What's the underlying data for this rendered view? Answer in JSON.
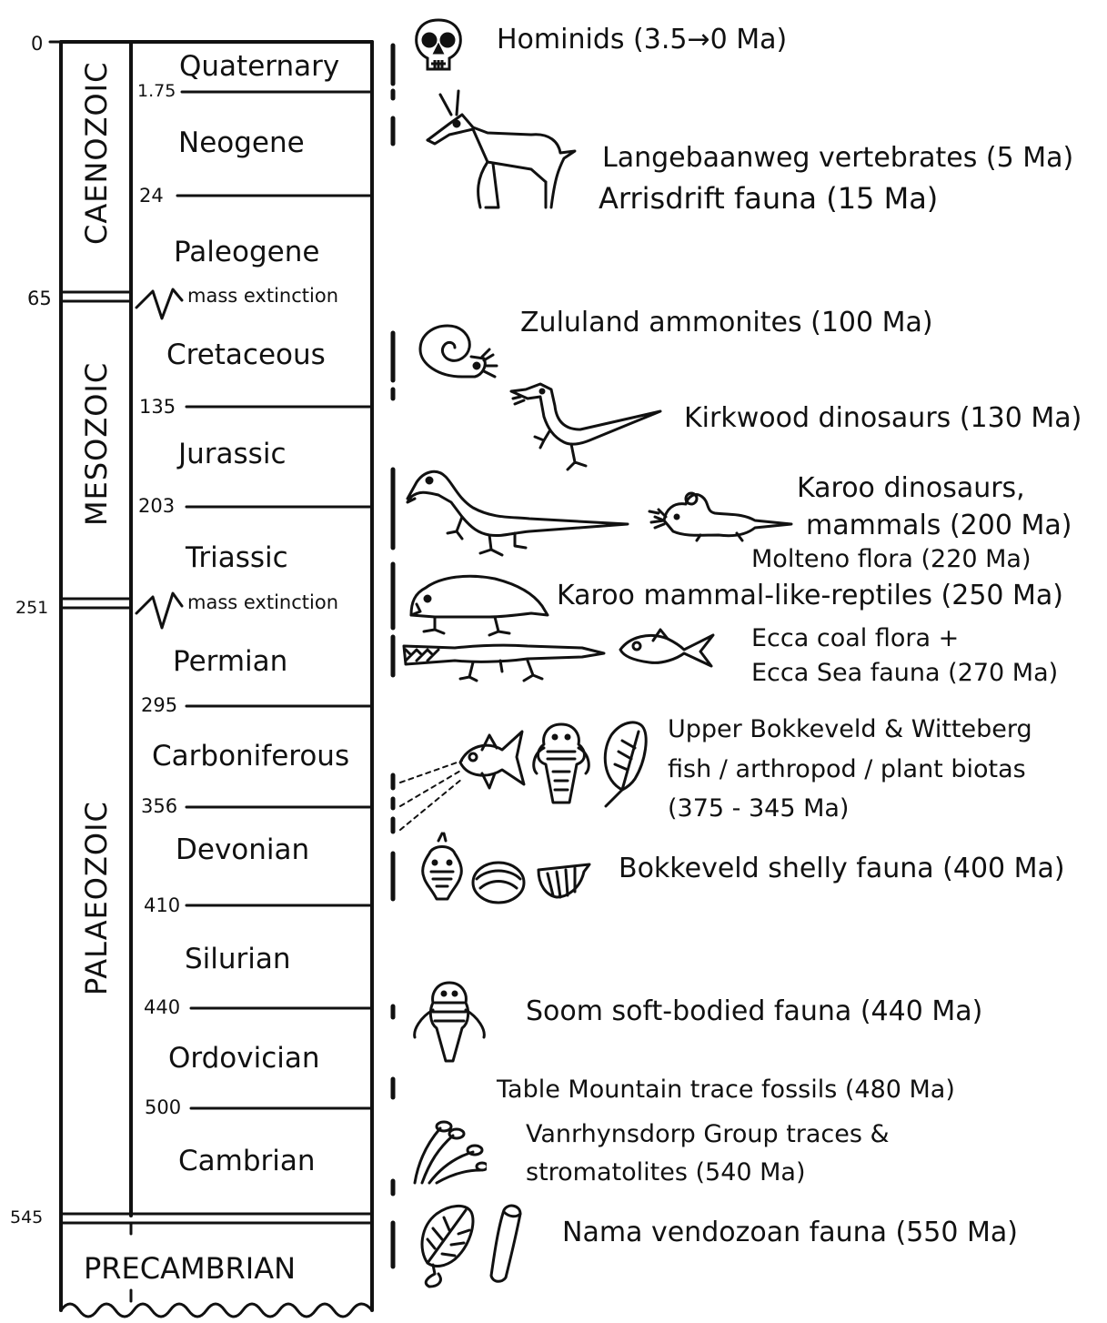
{
  "eras": {
    "caenozoic": "CAENOZOIC",
    "mesozoic": "MESOZOIC",
    "palaeozoic": "PALAEOZOIC",
    "precambrian": "PRECAMBRIAN"
  },
  "periods": {
    "quaternary": "Quaternary",
    "neogene": "Neogene",
    "paleogene": "Paleogene",
    "cretaceous": "Cretaceous",
    "jurassic": "Jurassic",
    "triassic": "Triassic",
    "permian": "Permian",
    "carboniferous": "Carboniferous",
    "devonian": "Devonian",
    "silurian": "Silurian",
    "ordovician": "Ordovician",
    "cambrian": "Cambrian"
  },
  "ages": {
    "a0": "0",
    "a65": "65",
    "a251": "251",
    "a545": "545",
    "b175": "1.75",
    "b24": "24",
    "b135": "135",
    "b203": "203",
    "b295": "295",
    "b356": "356",
    "b410": "410",
    "b440": "440",
    "b500": "500"
  },
  "events": {
    "mass_extinction": "mass extinction"
  },
  "fossils": {
    "hominids": "Hominids  (3.5→0 Ma)",
    "langebaanweg": "Langebaanweg vertebrates (5 Ma)",
    "arrisdrift": "Arrisdrift fauna (15 Ma)",
    "zululand": "Zululand ammonites (100 Ma)",
    "kirkwood": "Kirkwood dinosaurs (130 Ma)",
    "karoo_dino_1": "Karoo dinosaurs,",
    "karoo_dino_2": "mammals (200 Ma)",
    "molteno": "Molteno flora (220 Ma)",
    "karoo_reptiles": "Karoo mammal-like-reptiles (250 Ma)",
    "ecca_1": "Ecca coal flora +",
    "ecca_2": "Ecca Sea fauna (270 Ma)",
    "bokkeveld_upper_1": "Upper Bokkeveld & Witteberg",
    "bokkeveld_upper_2": "fish / arthropod / plant biotas",
    "bokkeveld_upper_3": "(375 - 345 Ma)",
    "bokkeveld_shelly": "Bokkeveld shelly fauna  (400 Ma)",
    "soom": "Soom soft-bodied fauna (440 Ma)",
    "table_mountain": "Table Mountain trace fossils (480 Ma)",
    "vanrhynsdorp_1": "Vanrhynsdorp Group traces &",
    "vanrhynsdorp_2": "stromatolites (540 Ma)",
    "nama": "Nama vendozoan fauna (550 Ma)"
  },
  "icons": {
    "skull": "hominid-skull-icon",
    "antelope": "antelope-icon",
    "ammonite": "ammonite-icon",
    "small_dinosaur": "small-dinosaur-icon",
    "large_dinosaur": "karoo-dinosaur-icon",
    "mammal": "early-mammal-icon",
    "therapsid": "mammal-like-reptile-icon",
    "reptile": "ecca-reptile-icon",
    "fish": "fish-icon",
    "trilobite": "trilobite-icon",
    "leaf": "leaf-icon",
    "shells": "shells-icon",
    "soom_arthropod": "soom-arthropod-icon",
    "trace_fossils": "trace-fossil-icon",
    "vendozoan": "vendozoan-icon"
  }
}
